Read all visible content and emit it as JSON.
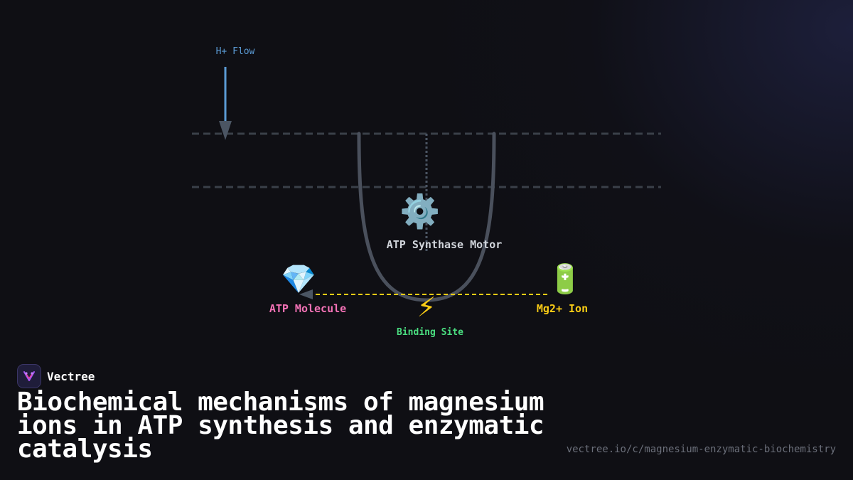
{
  "diagram": {
    "labels": {
      "h_flow": "H+ Flow",
      "motor": "ATP Synthase Motor",
      "atp": "ATP Molecule",
      "mg": "Mg2+ Ion",
      "binding": "Binding Site"
    },
    "icons": {
      "motor": "⚙️",
      "atp": "💎",
      "mg": "🔋",
      "binding": "⚡"
    },
    "colors": {
      "h_flow": "#5b9bd5",
      "atp": "#f472b6",
      "mg": "#facc15",
      "binding": "#4ade80",
      "motor": "#d1d5db",
      "membrane": "#3f4550"
    }
  },
  "brand": {
    "name": "Vectree"
  },
  "footer": {
    "title": "Biochemical mechanisms of magnesium ions in ATP synthesis and enzymatic catalysis",
    "url": "vectree.io/c/magnesium-enzymatic-biochemistry"
  }
}
